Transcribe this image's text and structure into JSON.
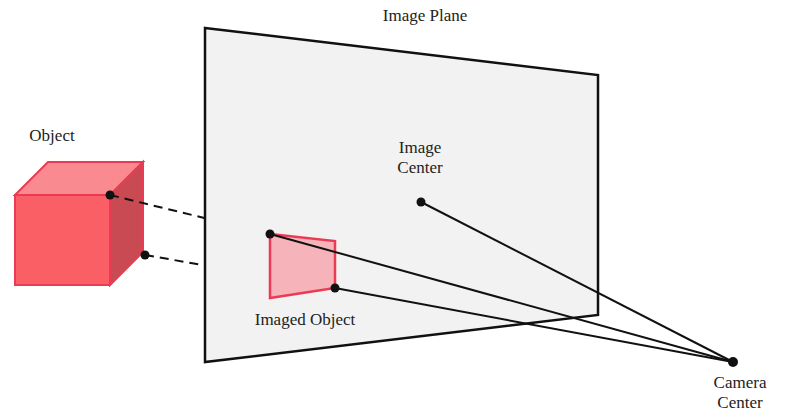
{
  "diagram": {
    "labels": [
      "Image Plane",
      "Object",
      "Image Center",
      "Imaged Object",
      "Camera Center"
    ]
  }
}
